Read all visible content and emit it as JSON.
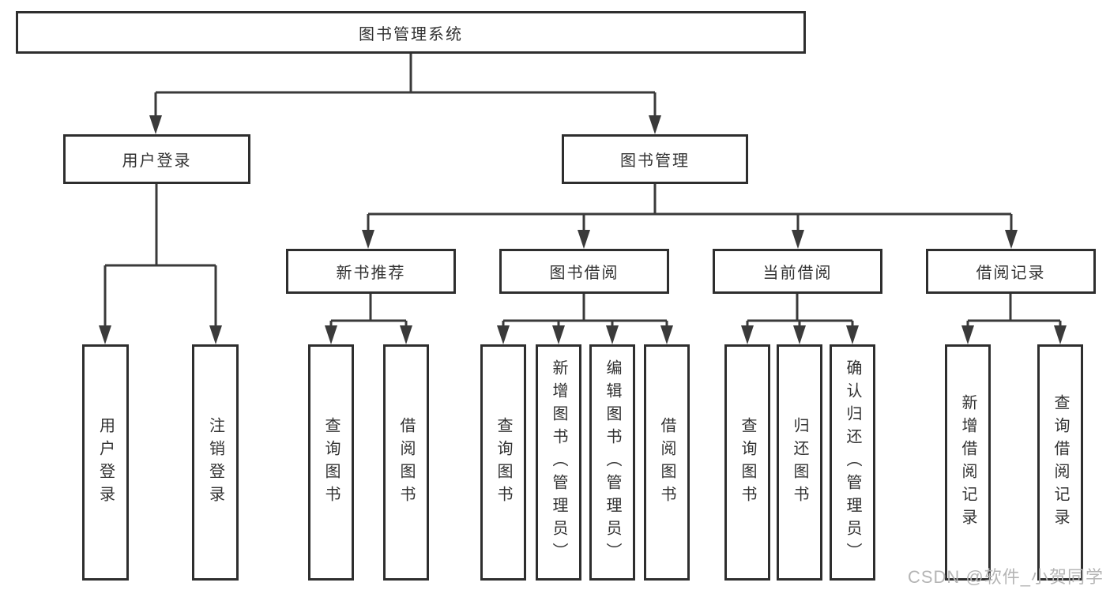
{
  "diagram": {
    "root": {
      "label": "图书管理系统",
      "children": [
        {
          "label": "用户登录",
          "children": [
            {
              "label": "用户登录"
            },
            {
              "label": "注销登录"
            }
          ]
        },
        {
          "label": "图书管理",
          "children": [
            {
              "label": "新书推荐",
              "children": [
                {
                  "label": "查询图书"
                },
                {
                  "label": "借阅图书"
                }
              ]
            },
            {
              "label": "图书借阅",
              "children": [
                {
                  "label": "查询图书"
                },
                {
                  "label": "新增图书（管理员）"
                },
                {
                  "label": "编辑图书（管理员）"
                },
                {
                  "label": "借阅图书"
                }
              ]
            },
            {
              "label": "当前借阅",
              "children": [
                {
                  "label": "查询图书"
                },
                {
                  "label": "归还图书"
                },
                {
                  "label": "确认归还（管理员）"
                }
              ]
            },
            {
              "label": "借阅记录",
              "children": [
                {
                  "label": "新增借阅记录"
                },
                {
                  "label": "查询借阅记录"
                }
              ]
            }
          ]
        }
      ]
    }
  },
  "watermark": {
    "text": "CSDN @软件_小贺同学"
  },
  "colors": {
    "line": "#3a3a3a",
    "box_border": "#2e2e2e",
    "text": "#323232",
    "watermark": "#b5b5b5",
    "background": "#ffffff"
  }
}
